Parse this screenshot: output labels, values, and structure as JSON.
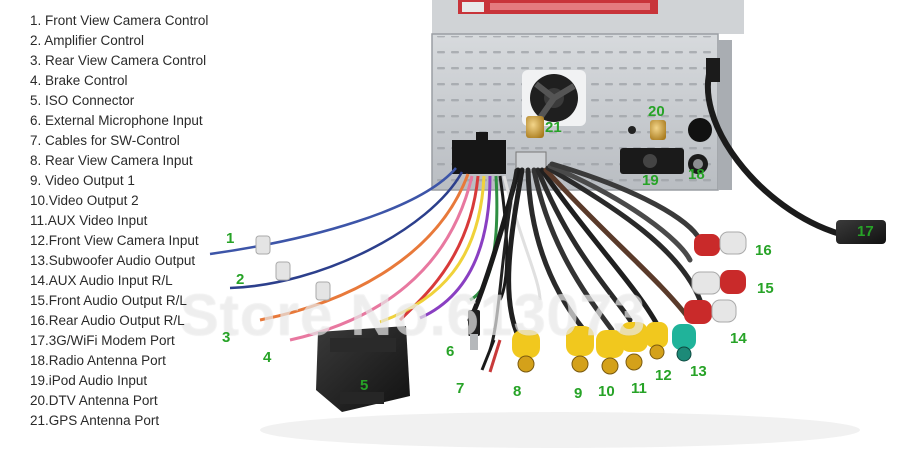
{
  "legend": [
    "1. Front View Camera Control",
    "2. Amplifier Control",
    "3. Rear View Camera Control",
    "4. Brake Control",
    "5. ISO Connector",
    "6. External Microphone Input",
    "7. Cables for SW-Control",
    "8. Rear View Camera Input",
    "9. Video Output 1",
    "10.Video Output 2",
    "11.AUX Video Input",
    "12.Front View Camera Input",
    "13.Subwoofer Audio Output",
    "14.AUX Audio Input R/L",
    "15.Front Audio Output R/L",
    "16.Rear Audio Output R/L",
    "17.3G/WiFi Modem Port",
    "18.Radio Antenna Port",
    "19.iPod Audio Input",
    "20.DTV Antenna Port",
    "21.GPS Antenna Port"
  ],
  "callouts": [
    "1",
    "2",
    "3",
    "4",
    "5",
    "6",
    "7",
    "8",
    "9",
    "10",
    "11",
    "12",
    "13",
    "14",
    "15",
    "16",
    "17",
    "18",
    "19",
    "20",
    "21"
  ],
  "watermark": "Store No.613073",
  "colors": {
    "callout": "#27a327",
    "chassis": "#c9ccd0",
    "label_red": "#c8343a"
  }
}
